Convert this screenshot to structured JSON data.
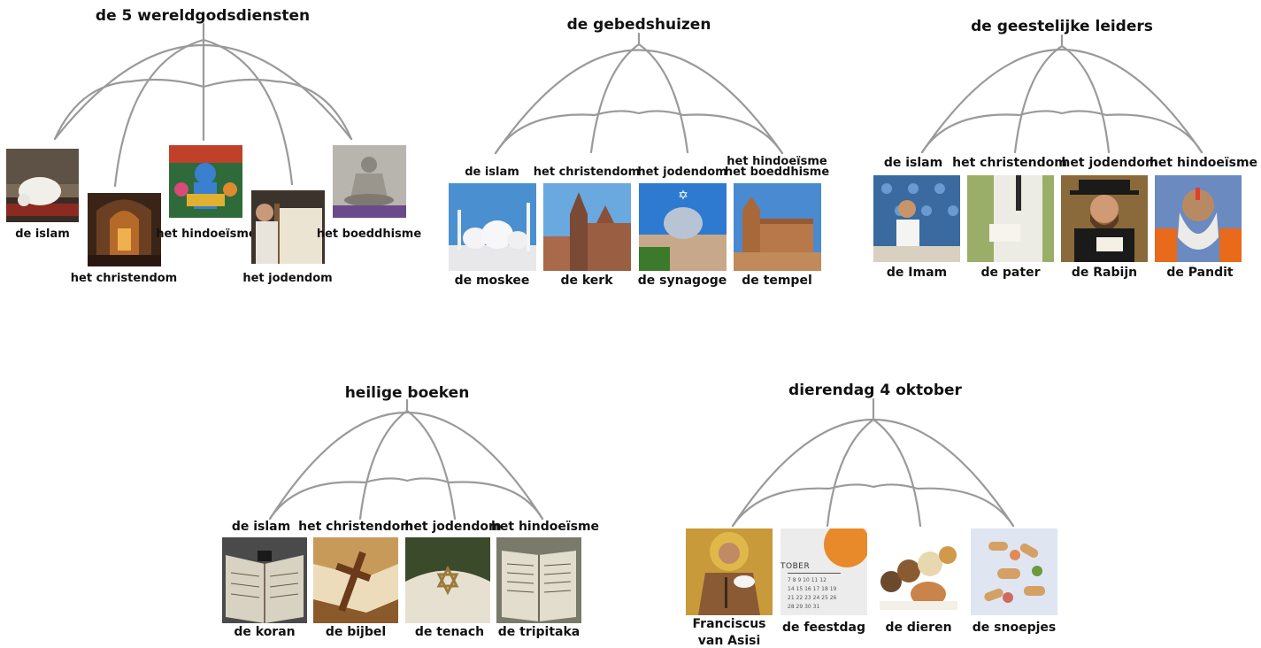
{
  "colors": {
    "umbrella_stroke": "#9a9a9a",
    "text": "#111111",
    "background": "#ffffff"
  },
  "umbrellas": [
    {
      "title": "de 5 wereldgodsdiensten",
      "items": [
        {
          "label": "de islam",
          "photo": "praying-man-photo"
        },
        {
          "label": "het christendom",
          "photo": "church-interior-photo"
        },
        {
          "label": "het hindoeïsme",
          "photo": "hindu-deity-statue-photo"
        },
        {
          "label": "het jodendom",
          "photo": "torah-scroll-photo"
        },
        {
          "label": "het boeddhisme",
          "photo": "buddha-statue-photo"
        }
      ]
    },
    {
      "title": "de gebedshuizen",
      "items": [
        {
          "top": "de islam",
          "bottom": "de moskee",
          "photo": "mosque-photo"
        },
        {
          "top": "het christendom",
          "bottom": "de kerk",
          "photo": "church-photo"
        },
        {
          "top": "het jodendom",
          "bottom": "de synagoge",
          "photo": "synagogue-photo"
        },
        {
          "top": "het hindoeïsme",
          "top2": "het boeddhisme",
          "bottom": "de tempel",
          "photo": "temple-photo"
        }
      ]
    },
    {
      "title": "de geestelijke leiders",
      "items": [
        {
          "top": "de islam",
          "bottom": "de Imam",
          "photo": "imam-photo"
        },
        {
          "top": "het christendom",
          "bottom": "de pater",
          "photo": "priest-photo"
        },
        {
          "top": "het jodendom",
          "bottom": "de Rabijn",
          "photo": "rabbi-photo"
        },
        {
          "top": "het hindoeïsme",
          "bottom": "de Pandit",
          "photo": "pandit-photo"
        }
      ]
    },
    {
      "title": "heilige boeken",
      "items": [
        {
          "top": "de islam",
          "bottom": "de koran",
          "photo": "koran-photo"
        },
        {
          "top": "het christendom",
          "bottom": "de bijbel",
          "photo": "bible-photo"
        },
        {
          "top": "het jodendom",
          "bottom": "de tenach",
          "photo": "tenach-photo"
        },
        {
          "top": "het hindoeïsme",
          "bottom": "de tripitaka",
          "photo": "tripitaka-photo"
        }
      ]
    },
    {
      "title": "dierendag 4 oktober",
      "items": [
        {
          "bottom": "Franciscus",
          "bottom2": "van Asisi",
          "photo": "saint-francis-mosaic-photo"
        },
        {
          "bottom": "de feestdag",
          "photo": "october-calendar-photo",
          "calendar_month": "TOBER"
        },
        {
          "bottom": "de dieren",
          "photo": "pets-photo"
        },
        {
          "bottom": "de snoepjes",
          "photo": "dog-treats-photo"
        }
      ]
    }
  ]
}
